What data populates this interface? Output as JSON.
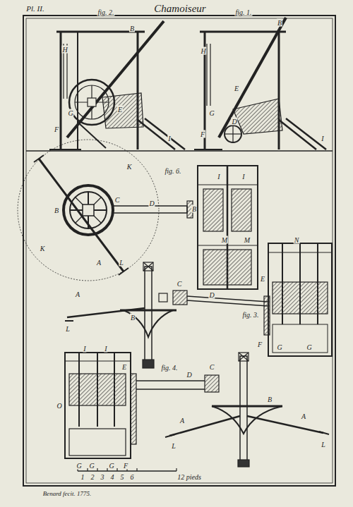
{
  "diagram": {
    "title": "Chamoiseur",
    "labels": [
      "Pl. II.",
      "fig. 2.",
      "B",
      "H",
      "G",
      "E",
      "F",
      "I",
      "fig. 1.",
      "B",
      "H",
      "E",
      "G",
      "F",
      "D",
      "I",
      "fig. 6.",
      "K",
      "K",
      "B",
      "C",
      "D",
      "A",
      "L",
      "B",
      "I",
      "I",
      "M",
      "M",
      "fig. 3.",
      "A",
      "L",
      "B",
      "C",
      "D",
      "E",
      "N",
      "F",
      "G",
      "G",
      "fig. 4.",
      "I",
      "I",
      "E",
      "O",
      "G",
      "G",
      "G",
      "F",
      "D",
      "C",
      "B",
      "A",
      "A",
      "L",
      "L",
      "1",
      "2",
      "3",
      "4",
      "5",
      "6",
      "12 pieds",
      "Benard fecit. 1775."
    ]
  }
}
